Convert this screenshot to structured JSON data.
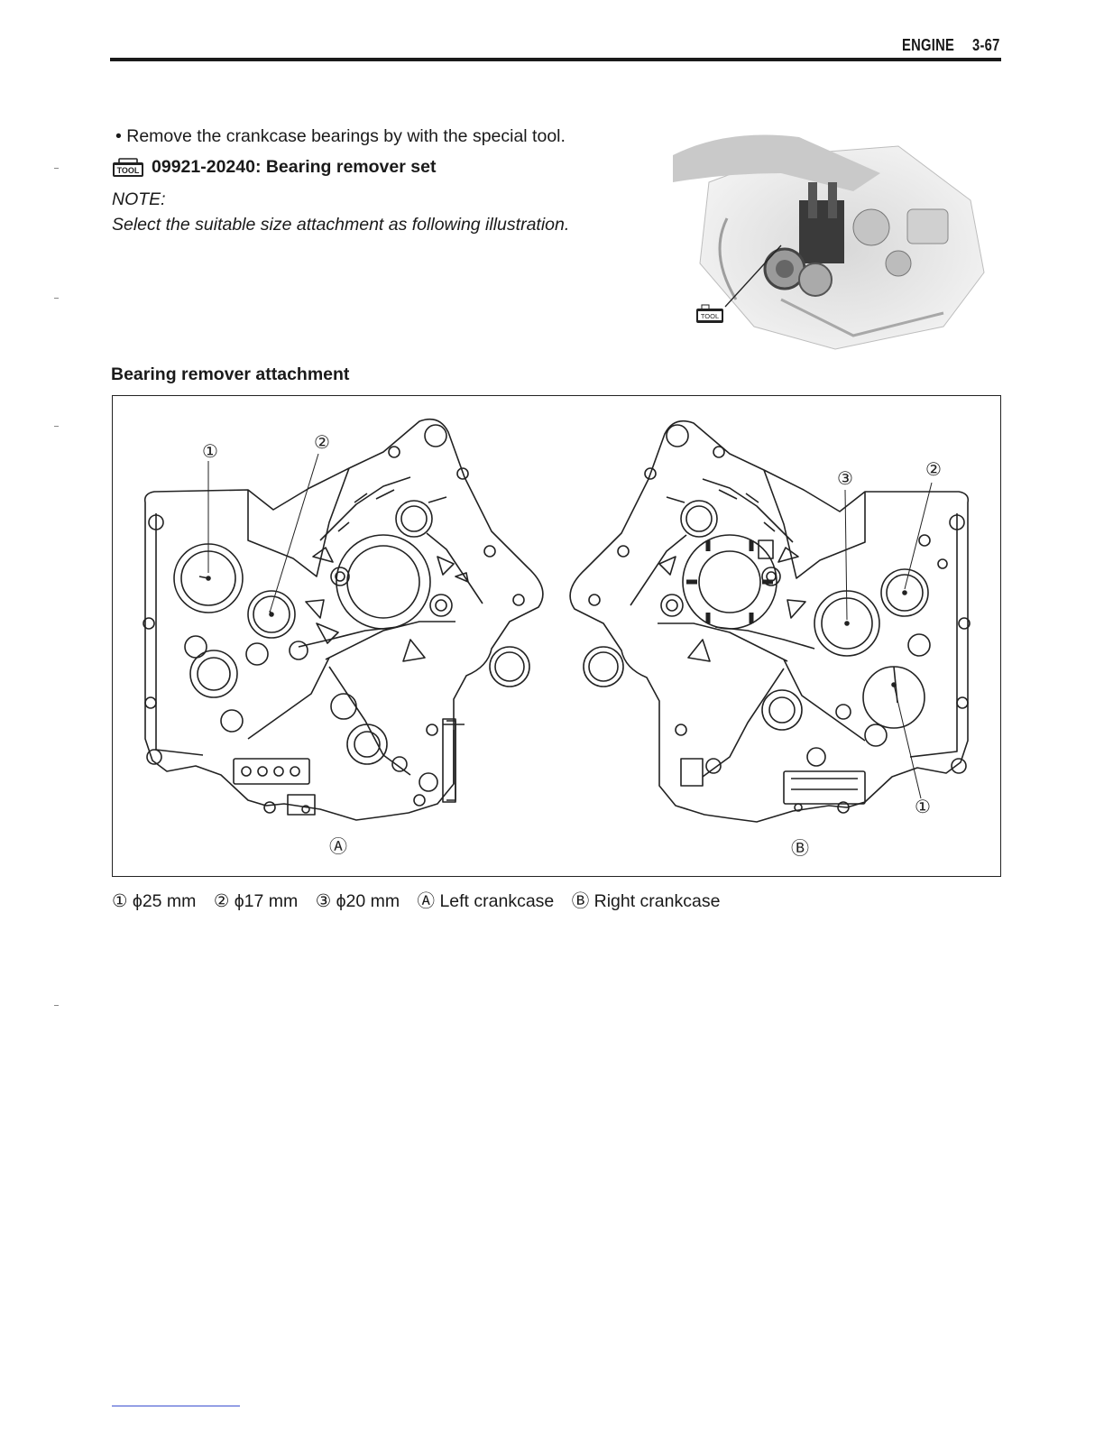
{
  "header": {
    "section": "ENGINE",
    "page": "3-67"
  },
  "intro": {
    "bullet": "• Remove the crankcase bearings by with the special tool.",
    "tool_icon": "TOOL",
    "tool_text": "09921-20240: Bearing remover set",
    "note_heading": "NOTE:",
    "note_text": "Select the suitable size attachment as following illustration."
  },
  "photo": {
    "tool_icon": "TOOL"
  },
  "figure": {
    "title": "Bearing remover attachment",
    "labels": {
      "left_1": "①",
      "left_2": "②",
      "left_case": "Ⓐ",
      "right_3": "③",
      "right_2": "②",
      "right_1": "①",
      "right_case": "Ⓑ"
    },
    "caption": [
      "① ϕ25 mm",
      "② ϕ17 mm",
      "③ ϕ20 mm",
      "Ⓐ Left crankcase",
      "Ⓑ Right crankcase"
    ]
  }
}
